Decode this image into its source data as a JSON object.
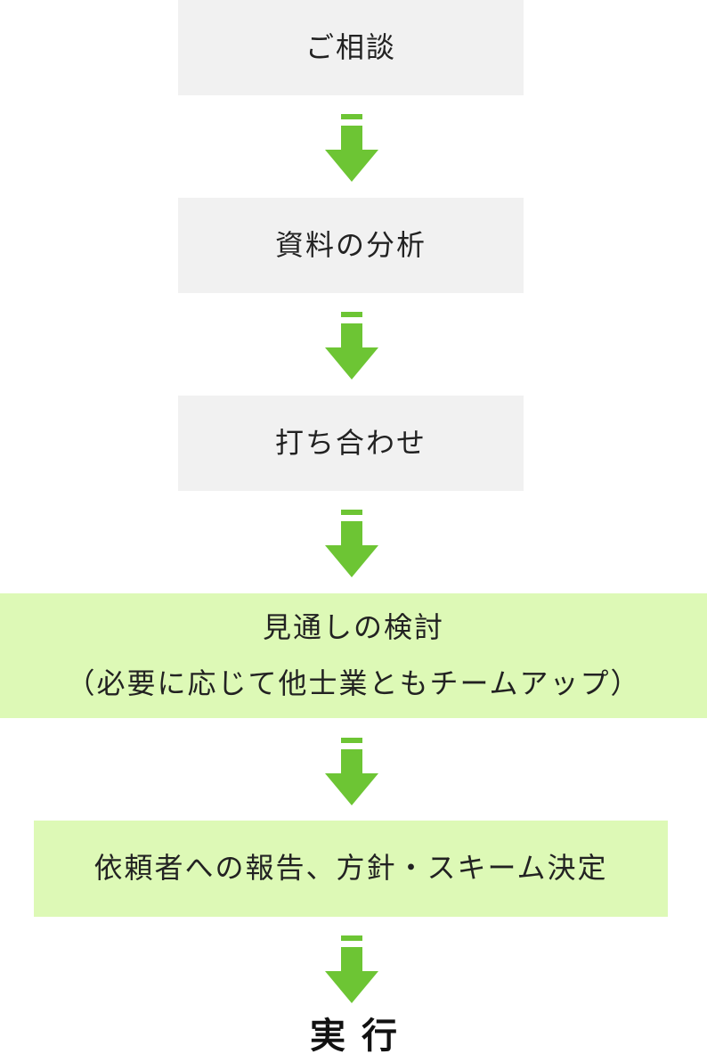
{
  "steps": [
    {
      "label": "ご相談"
    },
    {
      "label": "資料の分析"
    },
    {
      "label": "打ち合わせ"
    },
    {
      "label": "見通しの検討",
      "sublabel": "（必要に応じて他士業ともチームアップ）"
    },
    {
      "label": "依頼者への報告、方針・スキーム決定"
    }
  ],
  "final": {
    "label": "実行"
  },
  "colors": {
    "gray_box": "#f1f1f1",
    "green_box": "#ddf9b6",
    "arrow": "#6dc534",
    "text": "#222222"
  },
  "icons": {
    "connector": "down-arrow-icon"
  }
}
